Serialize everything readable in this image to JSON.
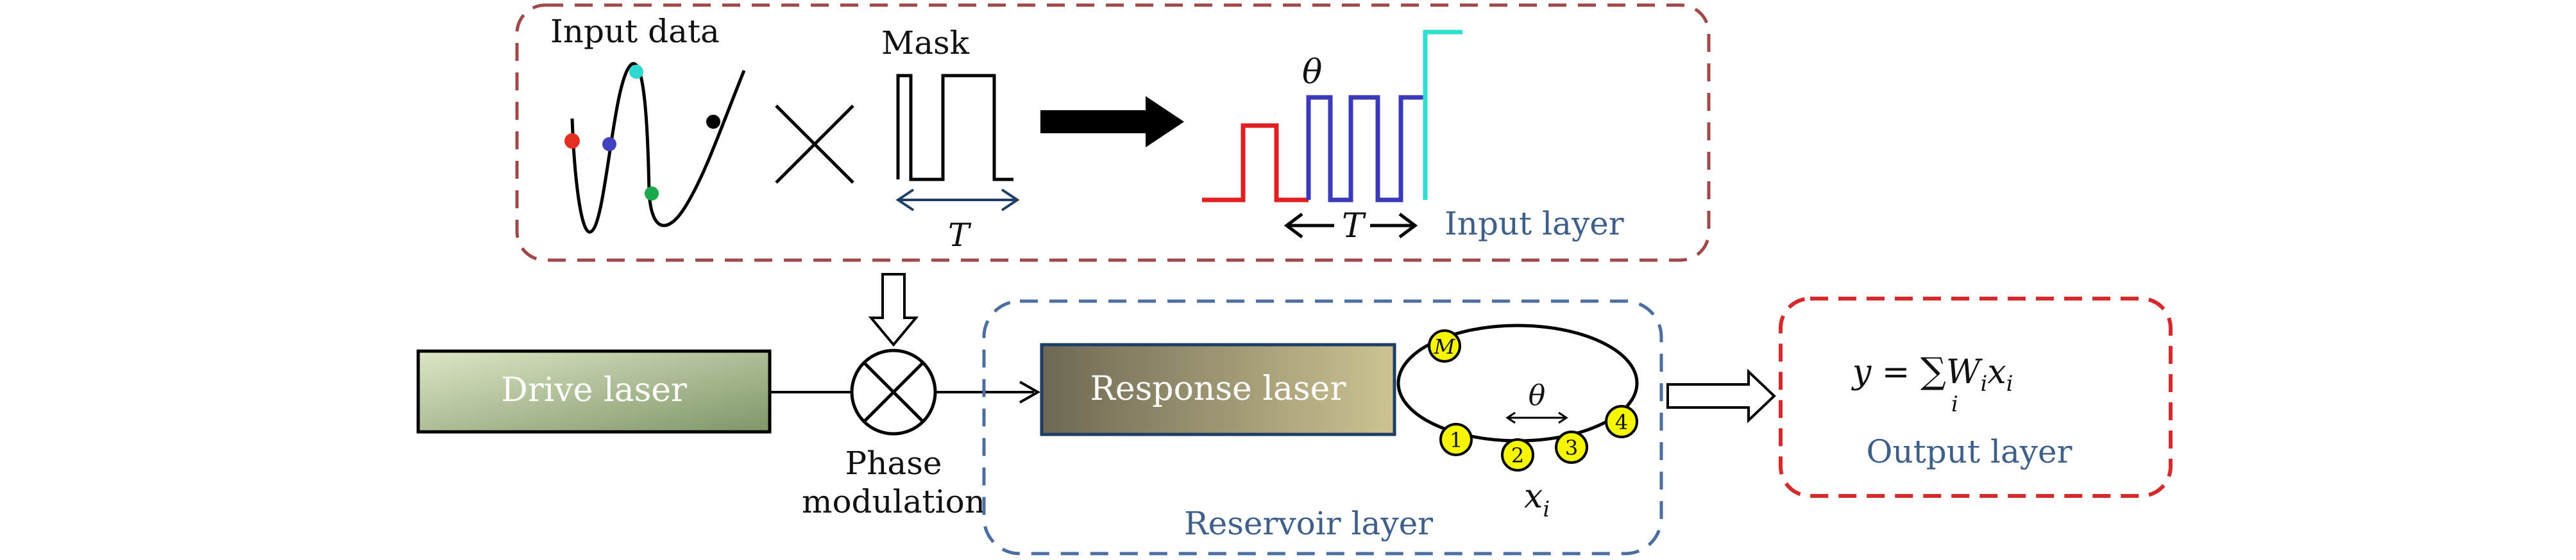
{
  "input_layer": {
    "input_data_label": "Input data",
    "mask_label": "Mask",
    "mask_period_label": "T",
    "theta_label": "θ",
    "period_label": "T",
    "layer_label": "Input layer"
  },
  "drive": {
    "label": "Drive laser"
  },
  "phase_modulation": {
    "line1": "Phase",
    "line2": "modulation"
  },
  "reservoir": {
    "response_label": "Response laser",
    "layer_label": "Reservoir layer",
    "theta_label": "θ",
    "node_output_label": "x",
    "node_output_sub": "i",
    "nodes": [
      "M",
      "1",
      "2",
      "3",
      "4"
    ]
  },
  "output": {
    "equation_lhs": "y = ",
    "equation_sum": "∑",
    "equation_sum_index": "i",
    "equation_term": "W",
    "equation_term_sub": "i",
    "equation_var": "x",
    "equation_var_sub": "i",
    "layer_label": "Output layer"
  },
  "colors": {
    "input_box_border": "#a04848",
    "reservoir_box_border": "#4a6ea0",
    "output_box_border": "#d42a2a",
    "layer_label_blue": "#3e5f8a",
    "signal_red": "#e02020",
    "signal_blue": "#3a3aba",
    "signal_cyan": "#2fe0d0",
    "node_fill": "#f6f600",
    "dot_red": "#e53020",
    "dot_purple": "#4040c0",
    "dot_cyan": "#2fd8d0",
    "dot_green": "#1aa84a",
    "dot_black": "#000000"
  }
}
